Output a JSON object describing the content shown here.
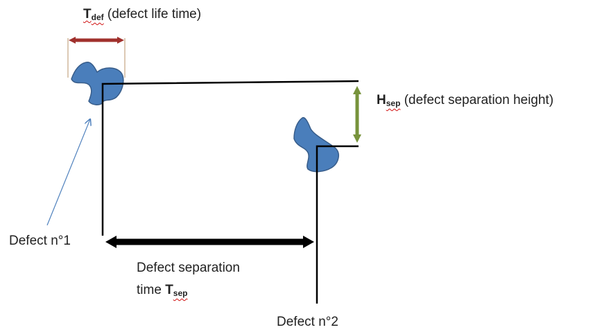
{
  "labels": {
    "tdef_symbol": "T",
    "tdef_sub": "def",
    "tdef_text": " (defect life time)",
    "hsep_symbol": "H",
    "hsep_sub": "sep",
    "hsep_text": " (defect separation height)",
    "defect1": "Defect n°1",
    "defect2": "Defect n°2",
    "tsep_line1": "Defect separation",
    "tsep_line2_prefix": "time ",
    "tsep_symbol": "T",
    "tsep_sub": "sep"
  },
  "colors": {
    "defect_fill": "#4a7ebb",
    "defect_stroke": "#385d8a",
    "tdef_arrow": "#a0302c",
    "hsep_arrow": "#77933c",
    "tsep_arrow": "#000000",
    "pointer_arrow": "#4f81bd",
    "lines": "#000000"
  }
}
